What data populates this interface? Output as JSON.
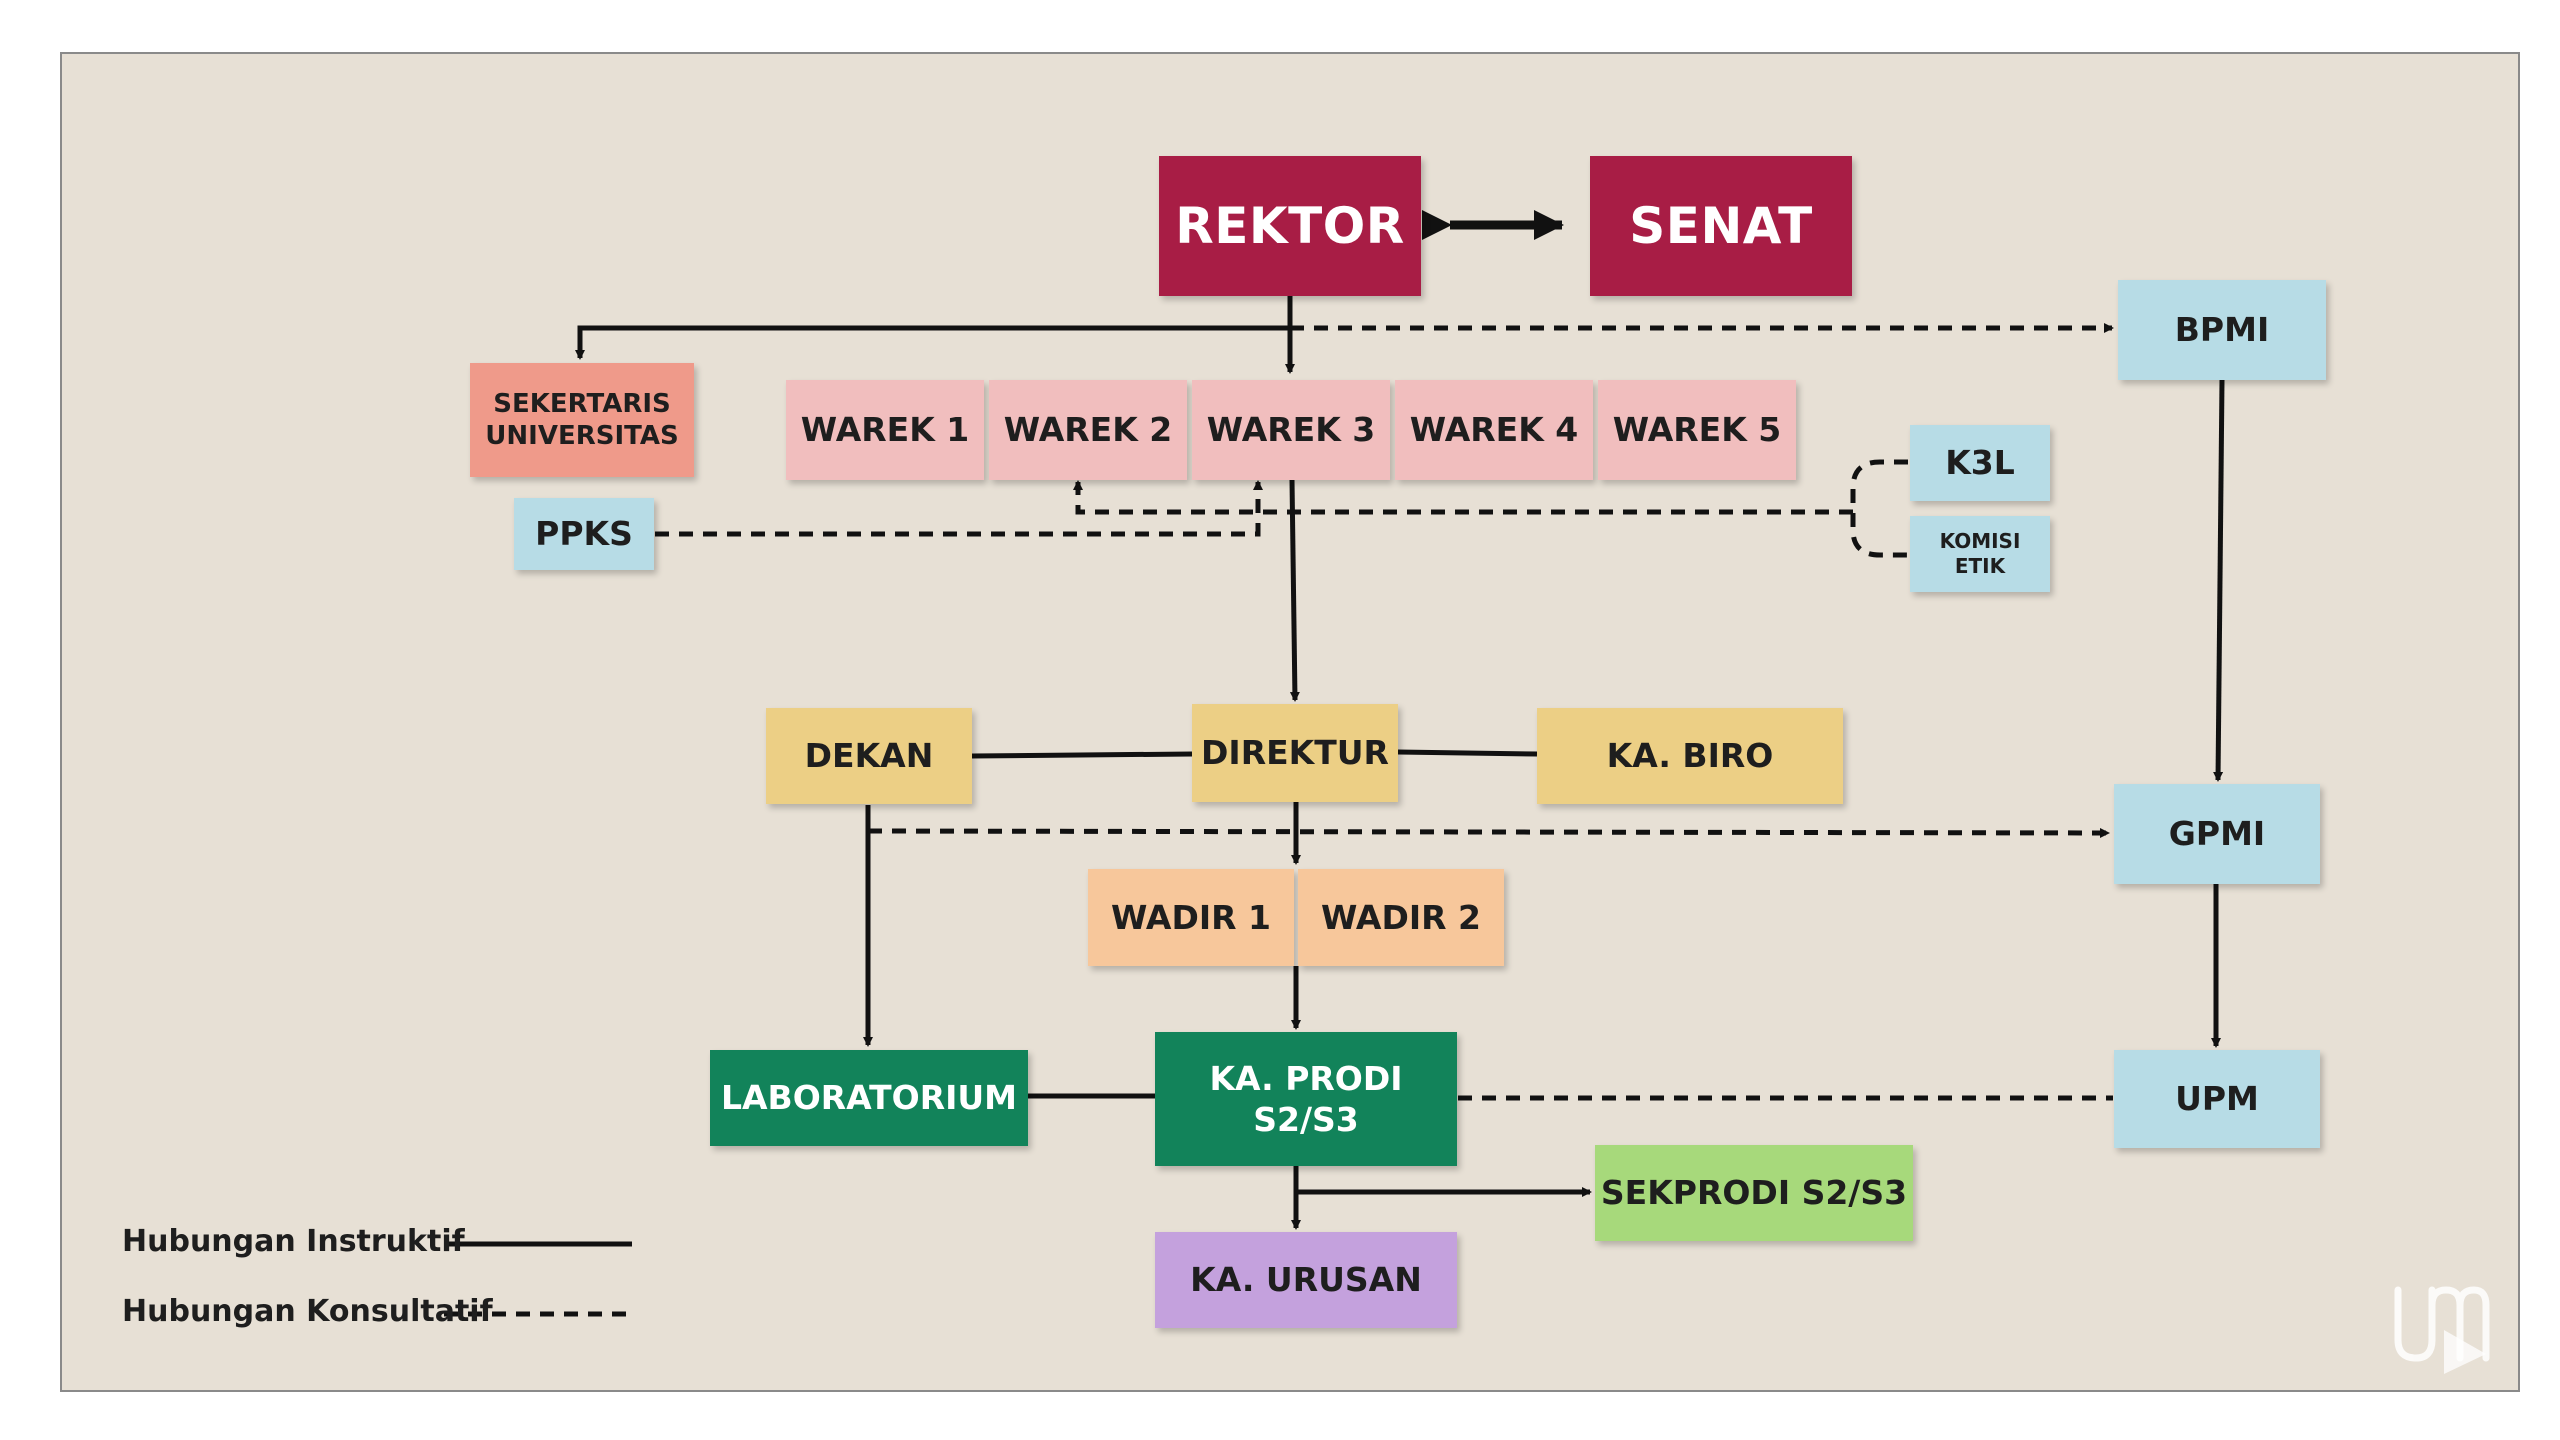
{
  "colors": {
    "panel_bg": "#e7e0d5",
    "rektor": "#a81d45",
    "senat": "#a81d45",
    "sekretaris": "#ef9a8a",
    "warek": "#f1bebe",
    "light_blue": "#b7dce6",
    "yellow": "#eccf85",
    "orange": "#f7c79b",
    "dark_green": "#12835a",
    "light_green": "#a7d97b",
    "purple": "#c4a1dd"
  },
  "nodes": {
    "rektor": "REKTOR",
    "senat": "SENAT",
    "bpmi": "BPMI",
    "sekretaris": "SEKERTARIS\nUNIVERSITAS",
    "warek1": "WAREK 1",
    "warek2": "WAREK 2",
    "warek3": "WAREK 3",
    "warek4": "WAREK 4",
    "warek5": "WAREK 5",
    "k3l": "K3L",
    "komisi_etik": "KOMISI\nETIK",
    "ppks": "PPKS",
    "dekan": "DEKAN",
    "direktur": "DIREKTUR",
    "ka_biro": "KA. BIRO",
    "gpmi": "GPMI",
    "wadir1": "WADIR 1",
    "wadir2": "WADIR 2",
    "laboratorium": "LABORATORIUM",
    "ka_prodi": "KA. PRODI\nS2/S3",
    "upm": "UPM",
    "sekprodi": "SEKPRODI S2/S3",
    "ka_urusan": "KA. URUSAN"
  },
  "legend": {
    "instruktif": "Hubungan Instruktif",
    "konsultatif": "Hubungan Konsultatif"
  },
  "icons": {
    "logo": "university-logo-watermark"
  }
}
